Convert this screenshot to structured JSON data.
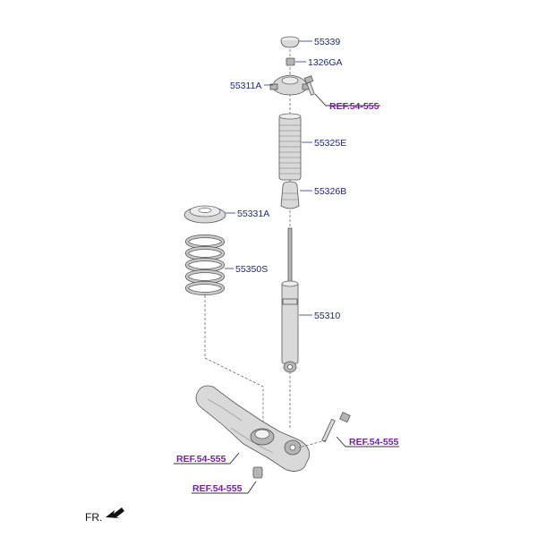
{
  "parts": {
    "p55339": "55339",
    "p1326GA": "1326GA",
    "p55311A": "55311A",
    "p55325E": "55325E",
    "p55326B": "55326B",
    "p55331A": "55331A",
    "p55350S": "55350S",
    "p55310": "55310"
  },
  "refs": {
    "ref_top": "REF.54-555",
    "ref_bolt": "REF.54-555",
    "ref_arm": "REF.54-555",
    "ref_bottom": "REF.54-555"
  },
  "direction": {
    "label": "FR."
  },
  "colors": {
    "part_label": "#1a2a80",
    "ref_label": "#7a1fa2",
    "part_fill": "#d9d9d9"
  }
}
